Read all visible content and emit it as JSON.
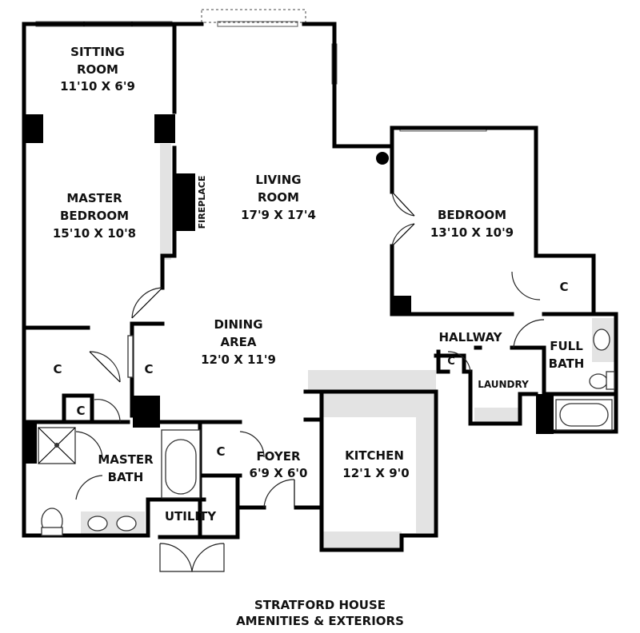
{
  "rooms": {
    "sitting_room": {
      "name_line1": "SITTING",
      "name_line2": "ROOM",
      "dims": "11'10 X 6'9"
    },
    "master_bedroom": {
      "name_line1": "MASTER",
      "name_line2": "BEDROOM",
      "dims": "15'10 X 10'8"
    },
    "living_room": {
      "name_line1": "LIVING",
      "name_line2": "ROOM",
      "dims": "17'9 X 17'4"
    },
    "bedroom": {
      "name": "BEDROOM",
      "dims": "13'10 X 10'9"
    },
    "dining_area": {
      "name_line1": "DINING",
      "name_line2": "AREA",
      "dims": "12'0 X 11'9"
    },
    "hallway": {
      "name": "HALLWAY"
    },
    "full_bath": {
      "name_line1": "FULL",
      "name_line2": "BATH"
    },
    "laundry": {
      "name": "LAUNDRY"
    },
    "kitchen": {
      "name": "KITCHEN",
      "dims": "12'1 X 9'0"
    },
    "foyer": {
      "name": "FOYER",
      "dims": "6'9 X 6'0"
    },
    "master_bath": {
      "name_line1": "MASTER",
      "name_line2": "BATH"
    },
    "utility": {
      "name": "UTILITY"
    }
  },
  "fireplace_label": "FIREPLACE",
  "closet_label": "C",
  "footer": {
    "line1": "STRATFORD HOUSE",
    "line2": "AMENITIES & EXTERIORS"
  }
}
